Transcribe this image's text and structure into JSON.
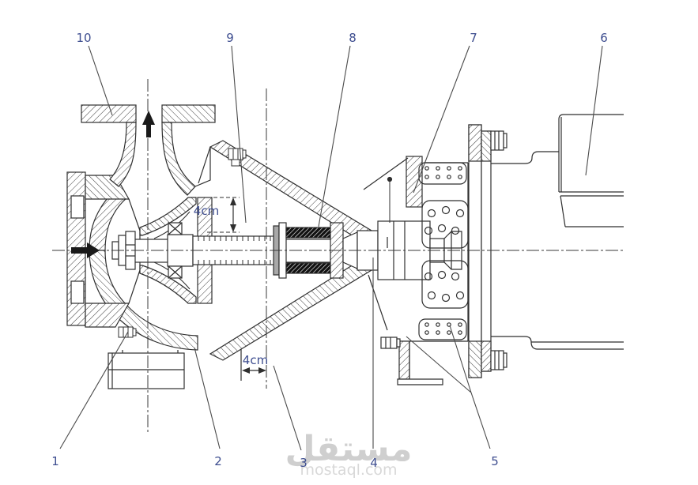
{
  "figure": {
    "type": "engineering cross-section drawing",
    "subject": "end-suction centrifugal pump close-coupled to a motor"
  },
  "callouts": {
    "n1": "1",
    "n2": "2",
    "n3": "3",
    "n4": "4",
    "n5": "5",
    "n6": "6",
    "n7": "7",
    "n8": "8",
    "n9": "9",
    "n10": "10"
  },
  "dimensions": {
    "top": "4cm",
    "bottom": "4cm"
  },
  "watermark": {
    "title": "مستقل",
    "domain": "mostaql.com"
  },
  "icons": {
    "inlet_arrow": "flow-direction-right",
    "discharge_arrow": "flow-direction-up"
  },
  "colors": {
    "line": "#2f2f2f",
    "callout": "#3d4d8f",
    "dimension": "#3d4d8f",
    "watermark": "#cfcfcf",
    "background": "#ffffff"
  }
}
